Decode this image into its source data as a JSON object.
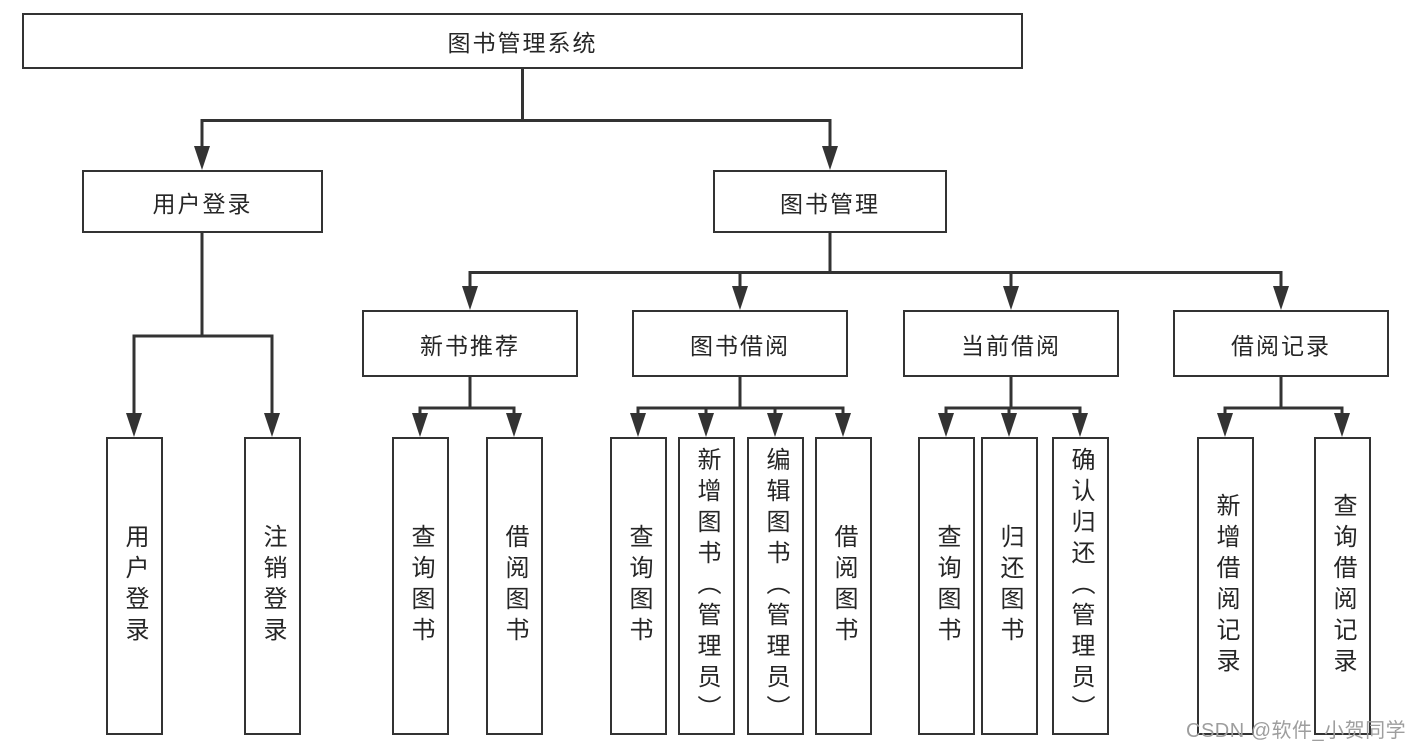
{
  "diagram": {
    "root": {
      "label": "图书管理系统",
      "children": [
        {
          "label": "用户登录",
          "children": [
            {
              "label": "用户登录"
            },
            {
              "label": "注销登录"
            }
          ]
        },
        {
          "label": "图书管理",
          "children": [
            {
              "label": "新书推荐",
              "children": [
                {
                  "label": "查询图书"
                },
                {
                  "label": "借阅图书"
                }
              ]
            },
            {
              "label": "图书借阅",
              "children": [
                {
                  "label": "查询图书"
                },
                {
                  "label": "新增图书（管理员）"
                },
                {
                  "label": "编辑图书（管理员）"
                },
                {
                  "label": "借阅图书"
                }
              ]
            },
            {
              "label": "当前借阅",
              "children": [
                {
                  "label": "查询图书"
                },
                {
                  "label": "归还图书"
                },
                {
                  "label": "确认归还（管理员）"
                }
              ]
            },
            {
              "label": "借阅记录",
              "children": [
                {
                  "label": "新增借阅记录"
                },
                {
                  "label": "查询借阅记录"
                }
              ]
            }
          ]
        }
      ]
    },
    "colors": {
      "line": "#333333",
      "box_border": "#333333",
      "text": "#262626",
      "watermark": "#9e9e9e",
      "background": "#ffffff"
    }
  },
  "watermark": {
    "text": "CSDN @软件_小贺同学"
  }
}
